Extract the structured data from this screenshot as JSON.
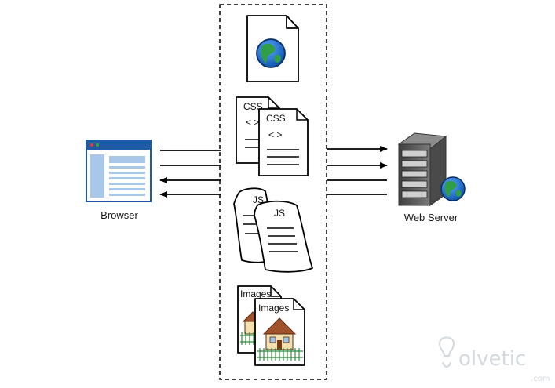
{
  "labels": {
    "browser": "Browser",
    "web_server": "Web Server"
  },
  "documents": {
    "css_front": "CSS",
    "css_back": "CSS",
    "css_code": "< >",
    "js_front": "JS",
    "js_back": "JS",
    "images_front": "Images",
    "images_back": "Images"
  },
  "watermark": {
    "text": "olvetic",
    "domain": ".com"
  },
  "arrows": {
    "left_side": [
      "right",
      "right",
      "left",
      "left"
    ],
    "right_side": [
      "right",
      "right",
      "left",
      "left"
    ]
  },
  "colors": {
    "browser_titlebar": "#1f5aa8",
    "browser_content": "#a9c7e8",
    "globe_ocean": "#1e6fc6",
    "globe_land": "#2f9e44",
    "server_body": "#5a5a5a",
    "house_roof": "#a0522d",
    "fence": "#2e8b3d"
  },
  "icons": [
    "browser-window-icon",
    "globe-document-icon",
    "css-file-icon",
    "js-scroll-icon",
    "image-file-icon",
    "server-icon",
    "globe-icon"
  ]
}
